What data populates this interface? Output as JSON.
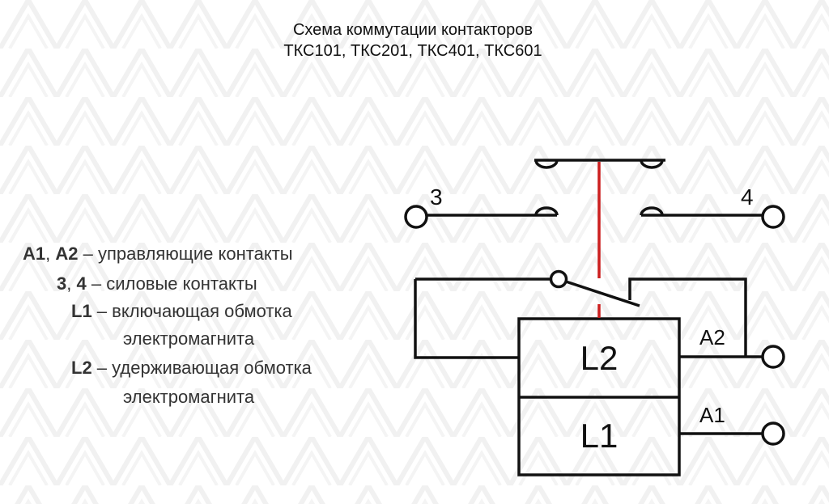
{
  "title": {
    "line1": "Схема коммутации контакторов",
    "line2": "ТКС101, ТКС201, ТКС401, ТКС601"
  },
  "legend": {
    "row1": {
      "key_a": "А1",
      "sep": ", ",
      "key_b": "А2",
      "desc": " – управляющие контакты"
    },
    "row2": {
      "key_a": "3",
      "sep": ", ",
      "key_b": "4",
      "desc": " – силовые контакты"
    },
    "row3": {
      "key": "L1",
      "desc": " – включающая обмотка",
      "cont": "электромагнита"
    },
    "row4": {
      "key": "L2",
      "desc": " – удерживающая обмотка",
      "cont": "электромагнита"
    }
  },
  "diagram": {
    "terminal_3": "3",
    "terminal_4": "4",
    "coil_top": "L2",
    "coil_bottom": "L1",
    "terminal_a2": "А2",
    "terminal_a1": "А1"
  },
  "colors": {
    "line": "#111111",
    "mechanical_link": "#cc1f1f",
    "background_pattern": "#f1f1f1",
    "text": "#333333"
  }
}
